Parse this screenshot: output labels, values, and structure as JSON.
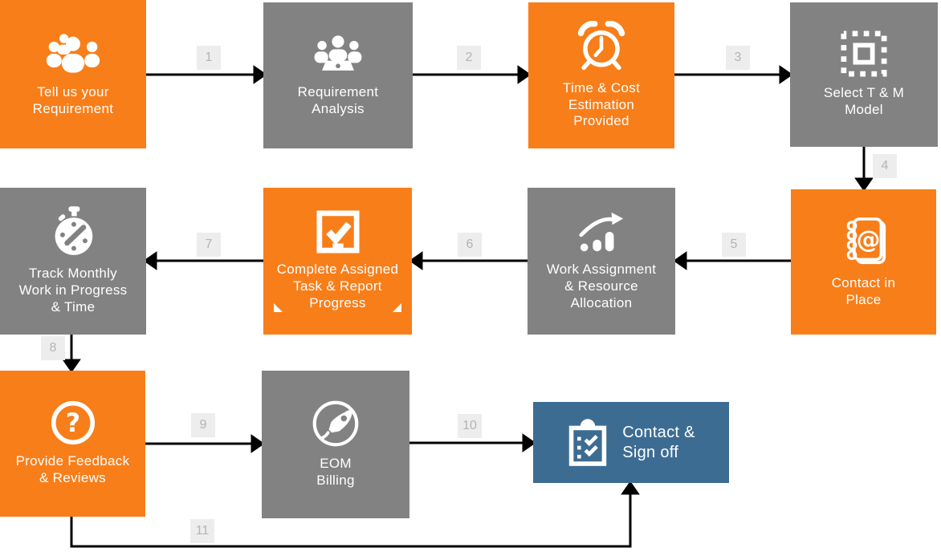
{
  "colors": {
    "orange": "#F87E1A",
    "gray": "#828282",
    "blue": "#3D6C93",
    "connector": "#000000",
    "badge_bg": "#EDEDED",
    "badge_number": "#B3B3B3",
    "text": "#FFFFFF",
    "background": "#FFFFFF"
  },
  "steps": [
    {
      "name": "tell-us-your-requirement",
      "lines": [
        "Tell us your",
        "Requirement"
      ],
      "icon": "people-group-icon",
      "variant": "orange"
    },
    {
      "name": "requirement-analysis",
      "lines": [
        "Requirement",
        "Analysis"
      ],
      "icon": "team-laptop-icon",
      "variant": "gray"
    },
    {
      "name": "time-cost-estimation-provided",
      "lines": [
        "Time & Cost",
        "Estimation",
        "Provided"
      ],
      "icon": "alarm-clock-icon",
      "variant": "orange"
    },
    {
      "name": "select-t-and-m-model",
      "lines": [
        "Select T & M",
        "Model"
      ],
      "icon": "select-model-icon",
      "variant": "gray"
    },
    {
      "name": "contact-in-place",
      "lines": [
        "Contact in",
        "Place"
      ],
      "icon": "contact-book-icon",
      "variant": "orange"
    },
    {
      "name": "work-assignment-resource-allocation",
      "lines": [
        "Work Assignment",
        "& Resource",
        "Allocation"
      ],
      "icon": "growth-chart-icon",
      "variant": "gray"
    },
    {
      "name": "complete-assigned-task-report-progress",
      "lines": [
        "Complete Assigned",
        "Task & Report",
        "Progress"
      ],
      "icon": "checkbox-icon",
      "variant": "orange"
    },
    {
      "name": "track-monthly-work-in-progress-time",
      "lines": [
        "Track Monthly",
        "Work in Progress",
        "& Time"
      ],
      "icon": "stopwatch-icon",
      "variant": "gray"
    },
    {
      "name": "provide-feedback-reviews",
      "lines": [
        "Provide Feedback",
        "& Reviews"
      ],
      "icon": "question-circle-icon",
      "variant": "orange"
    },
    {
      "name": "eom-billing",
      "lines": [
        "EOM",
        "Billing"
      ],
      "icon": "rocket-icon",
      "variant": "gray"
    },
    {
      "name": "contact-sign-off",
      "lines": [
        "Contact &",
        "Sign off"
      ],
      "icon": "clipboard-check-icon",
      "variant": "blue"
    }
  ],
  "connectors": [
    {
      "number": "1",
      "from": "tell-us-your-requirement",
      "to": "requirement-analysis",
      "direction": "right"
    },
    {
      "number": "2",
      "from": "requirement-analysis",
      "to": "time-cost-estimation-provided",
      "direction": "right"
    },
    {
      "number": "3",
      "from": "time-cost-estimation-provided",
      "to": "select-t-and-m-model",
      "direction": "right"
    },
    {
      "number": "4",
      "from": "select-t-and-m-model",
      "to": "contact-in-place",
      "direction": "down"
    },
    {
      "number": "5",
      "from": "contact-in-place",
      "to": "work-assignment-resource-allocation",
      "direction": "left"
    },
    {
      "number": "6",
      "from": "work-assignment-resource-allocation",
      "to": "complete-assigned-task-report-progress",
      "direction": "left"
    },
    {
      "number": "7",
      "from": "complete-assigned-task-report-progress",
      "to": "track-monthly-work-in-progress-time",
      "direction": "left"
    },
    {
      "number": "8",
      "from": "track-monthly-work-in-progress-time",
      "to": "provide-feedback-reviews",
      "direction": "down"
    },
    {
      "number": "9",
      "from": "provide-feedback-reviews",
      "to": "eom-billing",
      "direction": "right"
    },
    {
      "number": "10",
      "from": "eom-billing",
      "to": "contact-sign-off",
      "direction": "right"
    },
    {
      "number": "11",
      "from": "provide-feedback-reviews",
      "to": "contact-sign-off",
      "direction": "down-right-up"
    }
  ]
}
